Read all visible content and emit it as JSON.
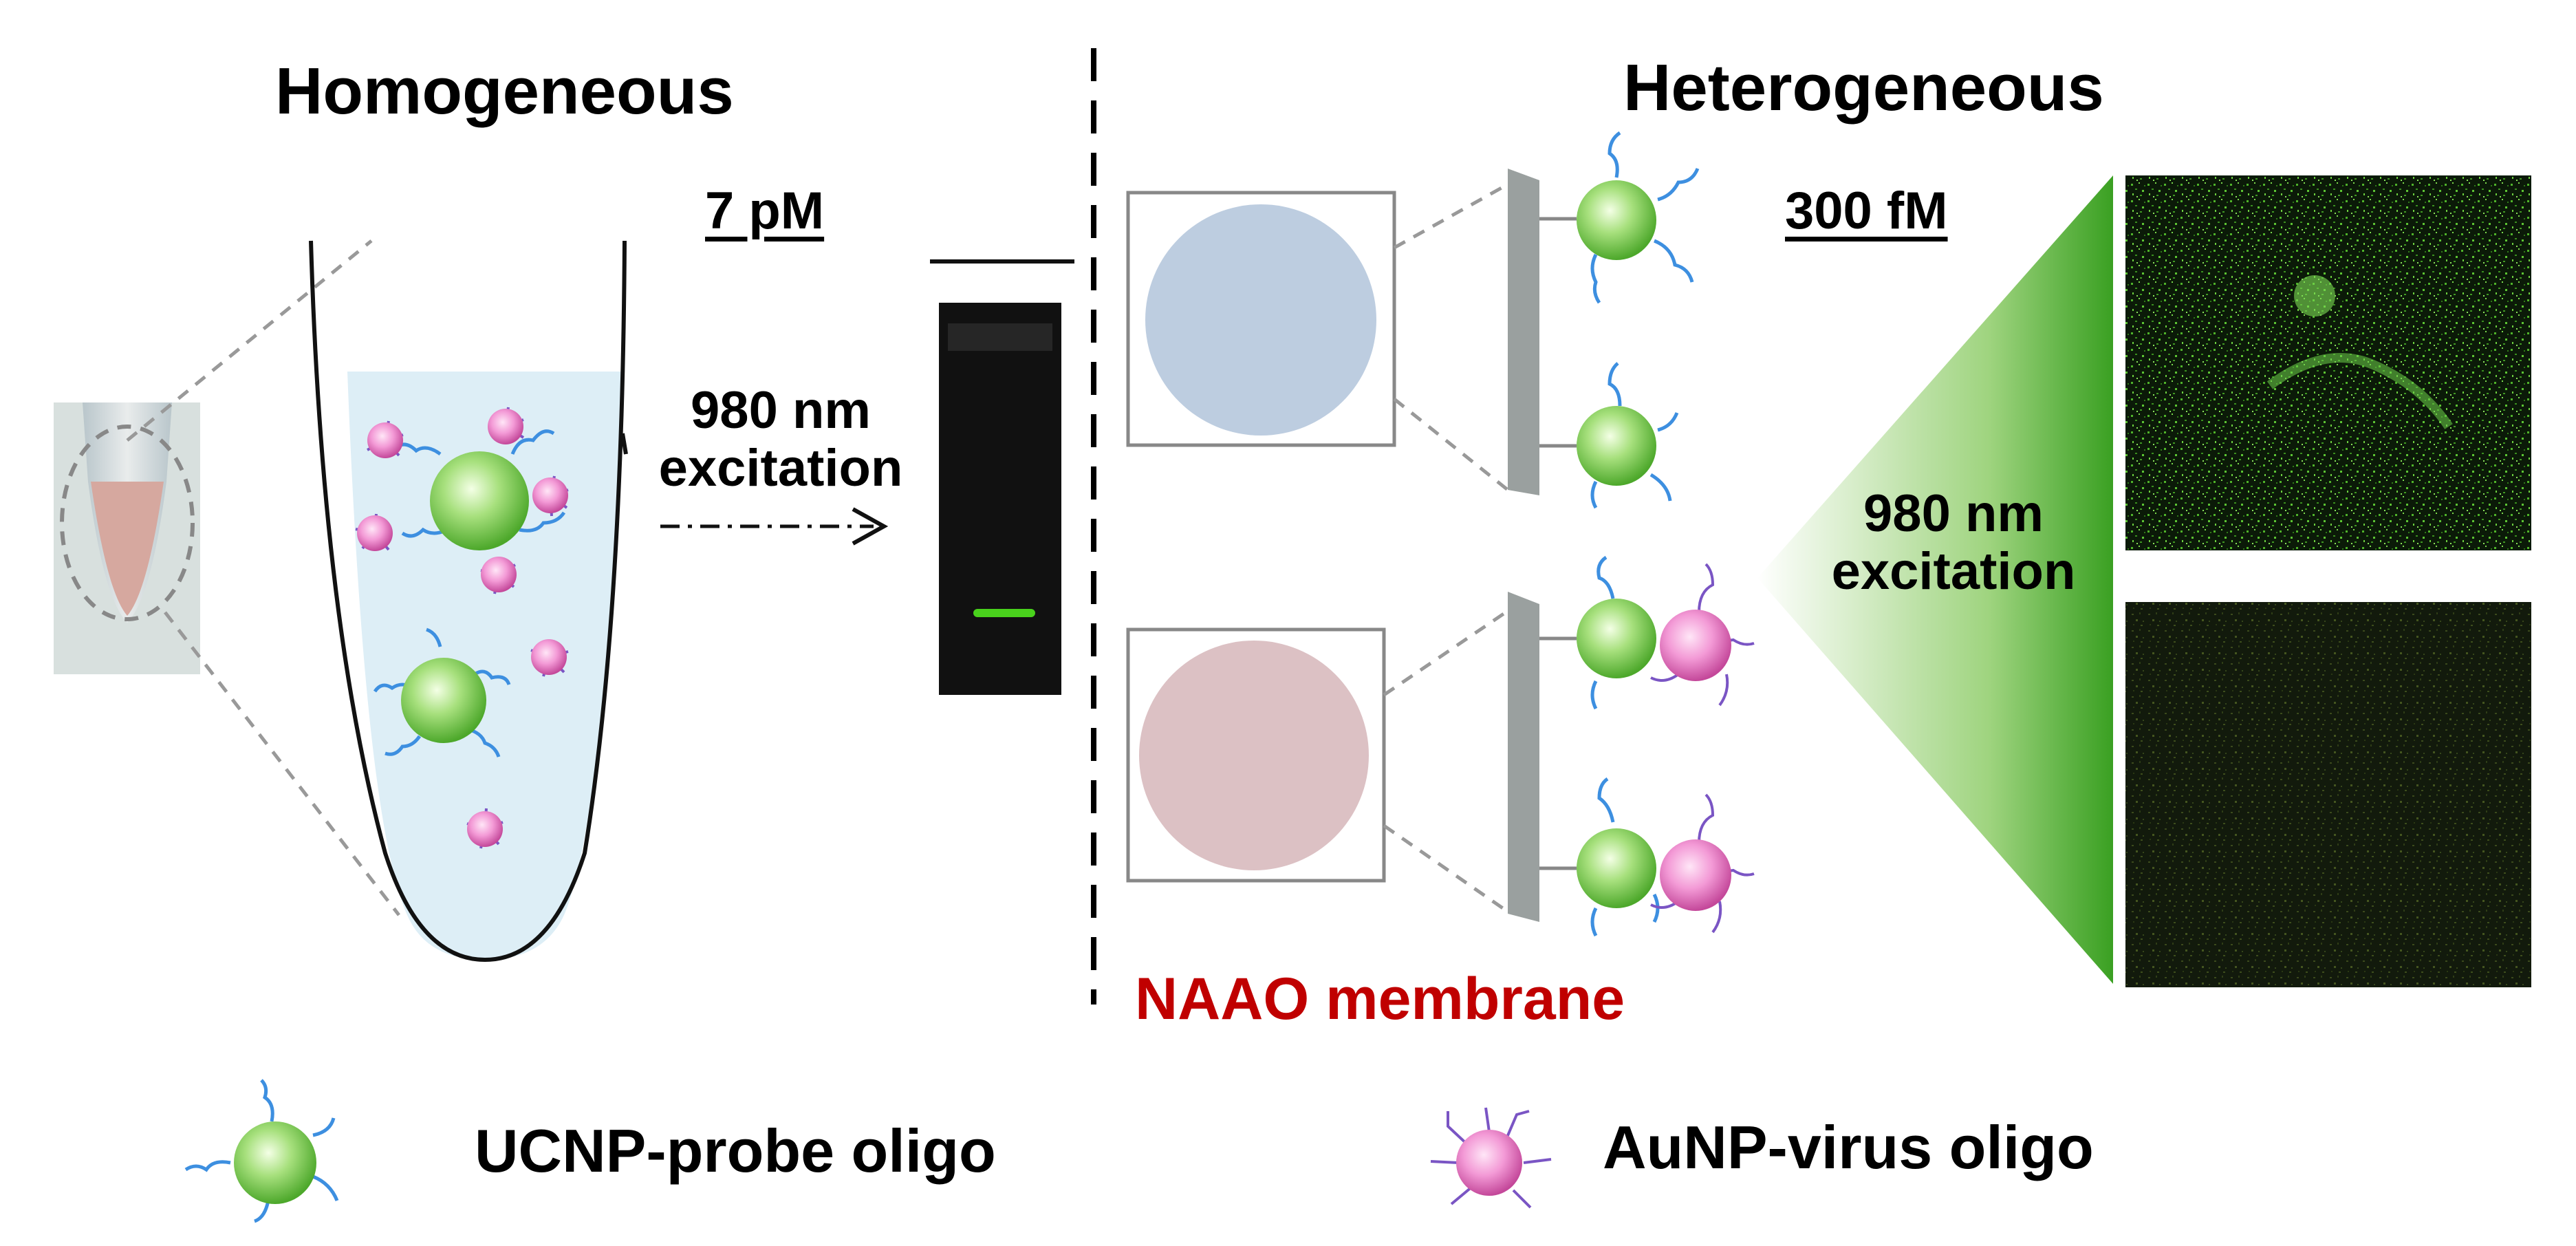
{
  "homogeneous": {
    "title": "Homogeneous",
    "concentration": "7 pM",
    "excitation_line1": "980 nm",
    "excitation_line2": "excitation"
  },
  "heterogeneous": {
    "title": "Heterogeneous",
    "concentration": "300 fM",
    "excitation_line1": "980 nm",
    "excitation_line2": "excitation",
    "membrane_label": "NAAO membrane"
  },
  "legend": {
    "ucnp_label": "UCNP-probe oligo",
    "aunp_label": "AuNP-virus oligo"
  },
  "colors": {
    "ucnp_green": "#7ed957",
    "aunp_pink": "#f08fd0",
    "membrane_label_red": "#c00000",
    "excitation_green": "#3fae2a",
    "divider": "#000000"
  }
}
